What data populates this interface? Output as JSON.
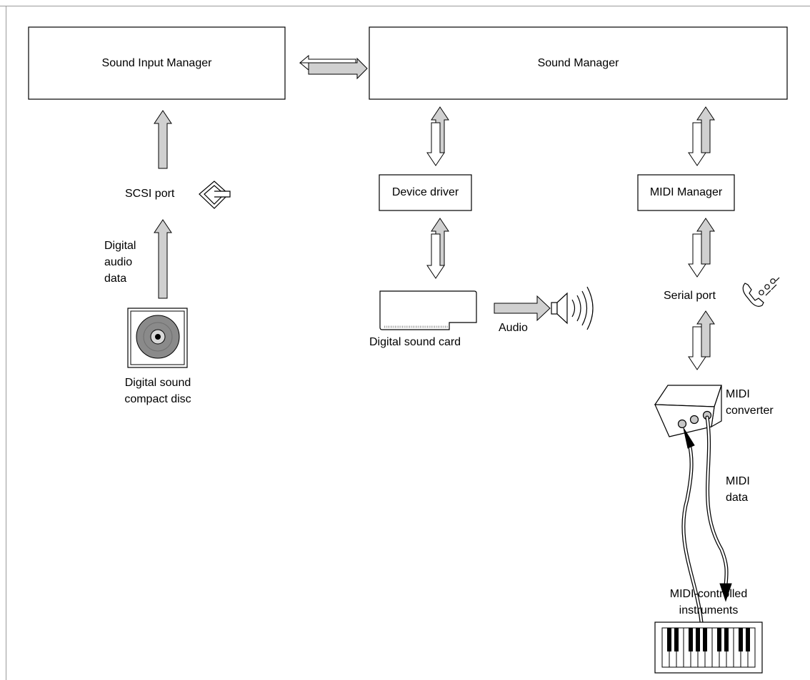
{
  "boxes": {
    "sound_input_manager": "Sound Input Manager",
    "sound_manager": "Sound Manager",
    "device_driver": "Device driver",
    "midi_manager": "MIDI Manager"
  },
  "labels": {
    "scsi_port": "SCSI port",
    "digital_audio_data_1": "Digital",
    "digital_audio_data_2": "audio",
    "digital_audio_data_3": "data",
    "cd_1": "Digital sound",
    "cd_2": "compact disc",
    "sound_card": "Digital sound card",
    "audio": "Audio",
    "serial_port": "Serial port",
    "midi_converter_1": "MIDI",
    "midi_converter_2": "converter",
    "midi_data_1": "MIDI",
    "midi_data_2": "data",
    "instruments_1": "MIDI-controlled",
    "instruments_2": "instruments"
  },
  "icons": [
    "scsi-port-icon",
    "compact-disc-icon",
    "sound-card-icon",
    "speaker-icon",
    "serial-port-icon",
    "midi-converter-icon",
    "keyboard-instrument-icon"
  ],
  "colors": {
    "arrow_fill": "#d0d0d0",
    "stroke": "#000000",
    "disc": "#8a8a8a",
    "frame": "#9a9a9a"
  }
}
